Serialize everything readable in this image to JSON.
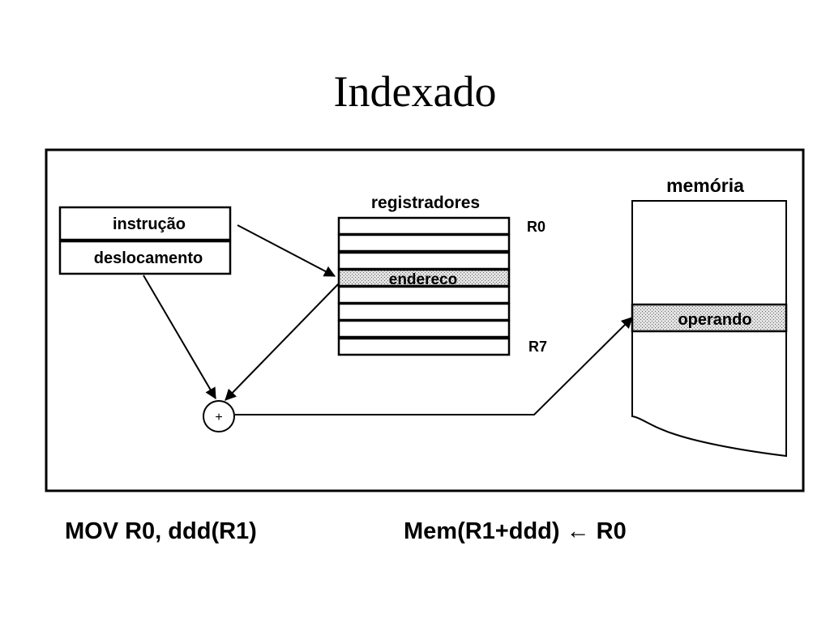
{
  "slide": {
    "title": "Indexado"
  },
  "diagram": {
    "instruction_label": "instrução",
    "offset_label": "deslocamento",
    "registers_title": "registradores",
    "register_first": "R0",
    "register_last": "R7",
    "address_label": "endereco",
    "adder_symbol": "+",
    "memory_title": "memória",
    "operand_label": "operando",
    "colors": {
      "stroke": "#000000",
      "highlight_fill": "#e2e2e2"
    }
  },
  "captions": {
    "instruction": "MOV R0, ddd(R1)",
    "operation": "Mem(R1+ddd) ← R0"
  }
}
